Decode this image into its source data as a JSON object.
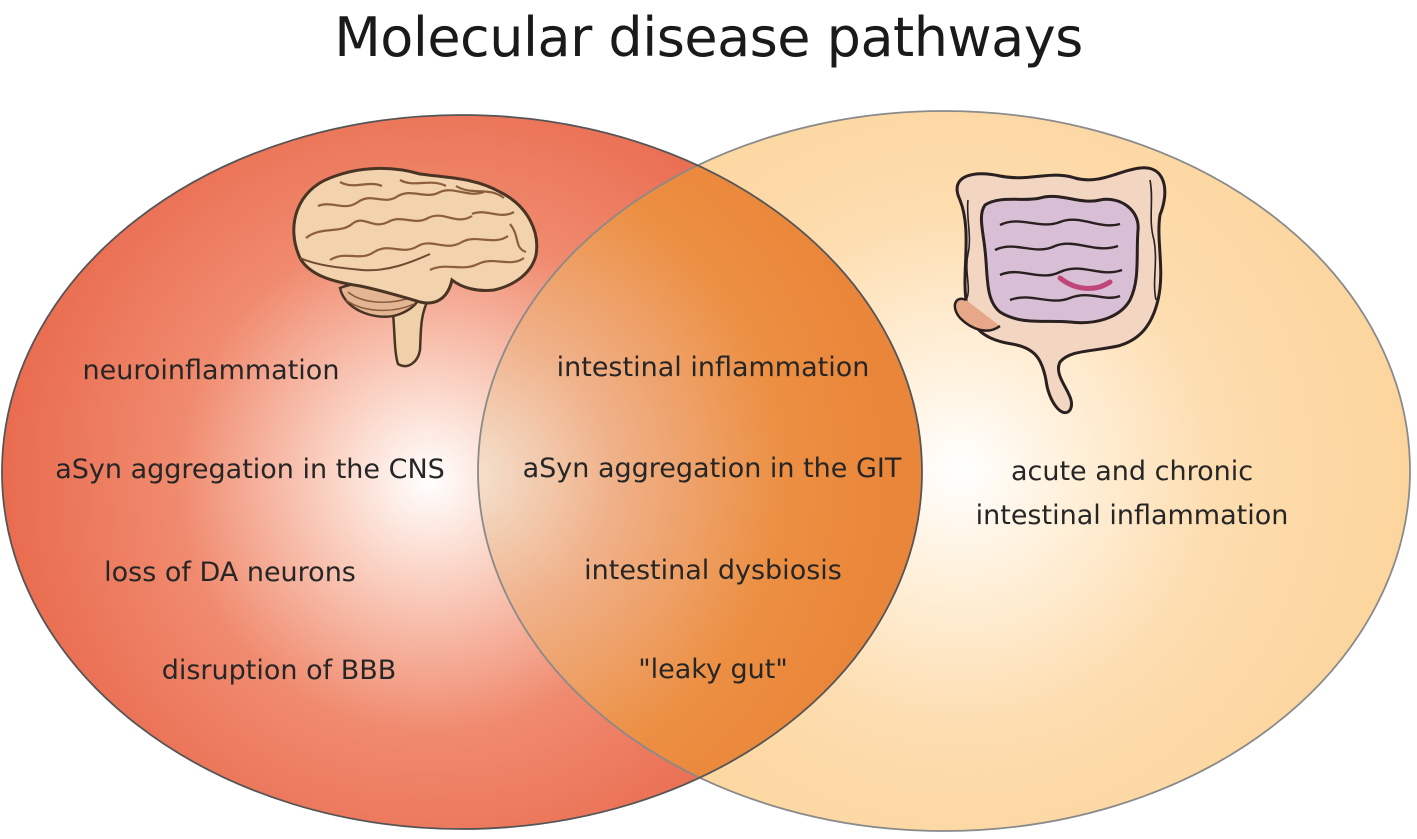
{
  "title": "Molecular disease pathways",
  "left_circle": {
    "items": [
      "neuroinflammation",
      "aSyn aggregation in the CNS",
      "loss of DA neurons",
      "disruption of BBB"
    ],
    "colors": {
      "edge": "#e8664a",
      "center": "#ffffff"
    },
    "icon": "brain-icon"
  },
  "overlap": {
    "items": [
      "intestinal inflammation",
      "aSyn aggregation in the GIT",
      "intestinal dysbiosis",
      "\"leaky gut\""
    ],
    "colors": {
      "edge": "#ec8a3c"
    }
  },
  "right_circle": {
    "items": [
      "acute and chronic",
      "intestinal inflammation"
    ],
    "colors": {
      "edge": "#fcd49a",
      "center": "#ffffff"
    },
    "icon": "intestine-icon"
  }
}
